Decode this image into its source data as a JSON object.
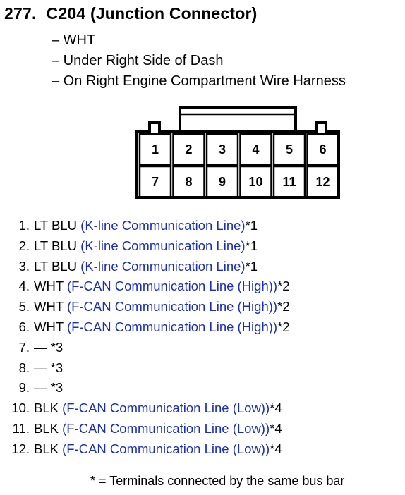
{
  "header": {
    "number": "277.",
    "title": "C204 (Junction Connector)"
  },
  "details": [
    "– WHT",
    "– Under Right Side of Dash",
    "– On Right Engine Compartment Wire Harness"
  ],
  "connector": {
    "top_row": [
      "1",
      "2",
      "3",
      "4",
      "5",
      "6"
    ],
    "bottom_row": [
      "7",
      "8",
      "9",
      "10",
      "11",
      "12"
    ]
  },
  "terminals": [
    {
      "no": "1.",
      "wire": "LT BLU",
      "function": "(K-line Communication Line)",
      "mark": "*1"
    },
    {
      "no": "2.",
      "wire": "LT BLU",
      "function": "(K-line Communication Line)",
      "mark": "*1"
    },
    {
      "no": "3.",
      "wire": "LT BLU",
      "function": "(K-line Communication Line)",
      "mark": "*1"
    },
    {
      "no": "4.",
      "wire": "WHT",
      "function": "(F-CAN Communication Line (High))",
      "mark": "*2"
    },
    {
      "no": "5.",
      "wire": "WHT",
      "function": "(F-CAN Communication Line (High))",
      "mark": "*2"
    },
    {
      "no": "6.",
      "wire": "WHT",
      "function": "(F-CAN Communication Line (High))",
      "mark": "*2"
    },
    {
      "no": "7.",
      "wire": "—",
      "function": "",
      "mark": "*3"
    },
    {
      "no": "8.",
      "wire": "—",
      "function": "",
      "mark": "*3"
    },
    {
      "no": "9.",
      "wire": "—",
      "function": "",
      "mark": "*3"
    },
    {
      "no": "10.",
      "wire": "BLK",
      "function": "(F-CAN Communication Line (Low))",
      "mark": "*4"
    },
    {
      "no": "11.",
      "wire": "BLK",
      "function": "(F-CAN Communication Line (Low))",
      "mark": "*4"
    },
    {
      "no": "12.",
      "wire": "BLK",
      "function": "(F-CAN Communication Line (Low))",
      "mark": "*4"
    }
  ],
  "footnote": "* = Terminals connected by the same bus bar",
  "colors": {
    "function_text": "#1a2fb5",
    "text": "#000000"
  }
}
